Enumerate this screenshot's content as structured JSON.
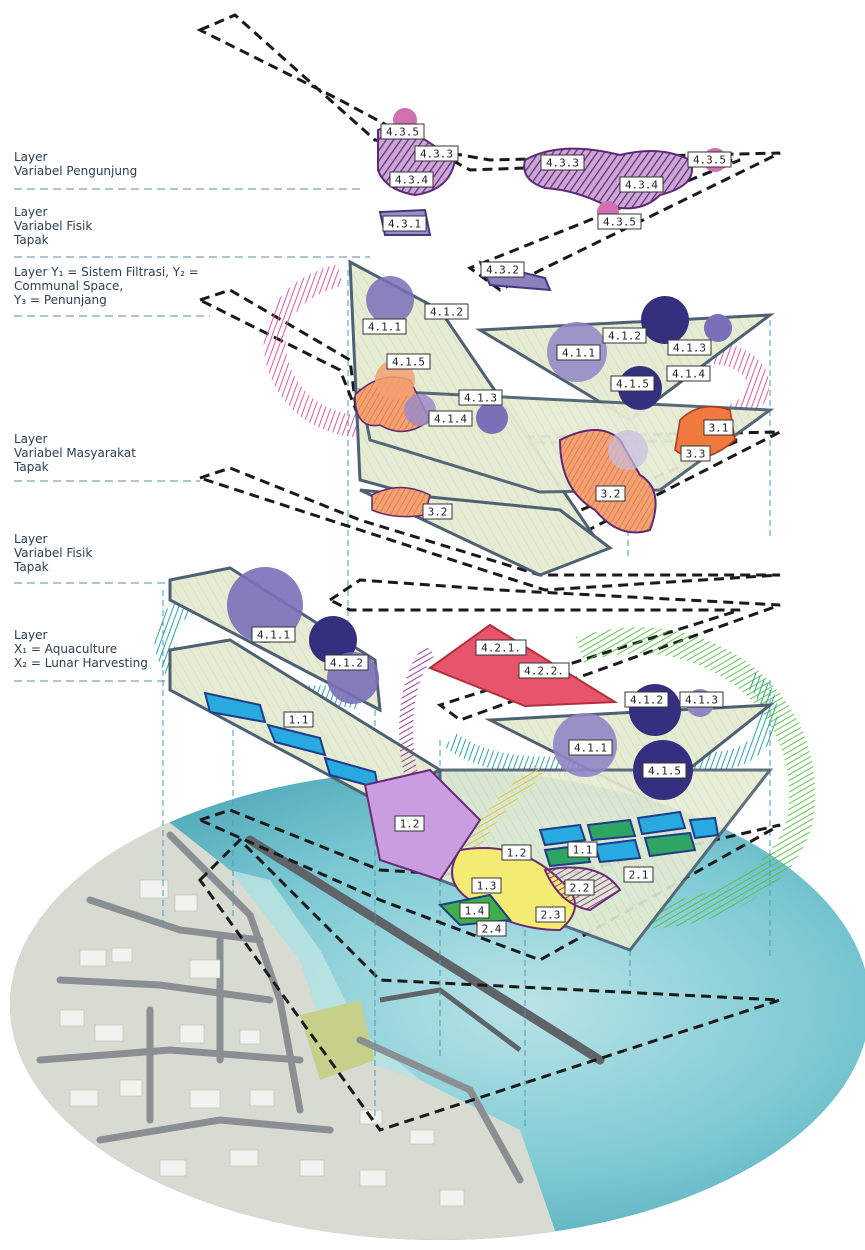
{
  "side_labels": [
    {
      "lines": [
        "Layer",
        "Variabel Pengunjung"
      ]
    },
    {
      "lines": [
        "Layer",
        "Variabel Fisik",
        "Tapak"
      ]
    },
    {
      "lines": [
        "Layer Y₁ = Sistem Filtrasi, Y₂ =",
        "Communal Space,",
        "Y₃ = Penunjang"
      ]
    },
    {
      "lines": [
        "Layer",
        "Variabel Masyarakat",
        "Tapak"
      ]
    },
    {
      "lines": [
        "Layer",
        "Variabel Fisik",
        "Tapak"
      ]
    },
    {
      "lines": [
        "Layer",
        "X₁ = Aquaculture",
        "X₂ = Lunar Harvesting"
      ]
    }
  ],
  "tags": {
    "visitor_layer": [
      "4.3.5",
      "4.3.3",
      "4.3.4",
      "4.3.1",
      "4.3.2",
      "4.3.3",
      "4.3.4",
      "4.3.5",
      "4.3.5"
    ],
    "system_layer": [
      "4.1.2",
      "4.1.1",
      "4.1.5",
      "4.1.3",
      "4.1.4",
      "4.1.2",
      "4.1.1",
      "4.1.3",
      "4.1.5",
      "4.1.4",
      "3.1",
      "3.3",
      "3.2",
      "3.2"
    ],
    "lower_layer": [
      "4.1.1",
      "4.1.2",
      "4.2.1.",
      "4.2.2.",
      "4.1.2",
      "4.1.3",
      "4.1.1",
      "4.1.5",
      "1.1",
      "1.2",
      "1.2",
      "1.1",
      "2.1",
      "2.2",
      "1.3",
      "1.4",
      "2.3",
      "2.4"
    ]
  },
  "colors": {
    "dashed_outline": "#1a1a1a",
    "panel_fill": "#e4ead2",
    "panel_stroke": "#4e6174",
    "purple_circle": "#7a70b8",
    "navy_circle": "#34307f",
    "orange_zone": "#f08a55",
    "magenta_ring": "#dc5aa5",
    "teal_ring": "#2f9fb2",
    "green_ring": "#59c24a",
    "red_zone": "#e8556a",
    "water": "#8fd0d8",
    "ground": "#d9dcd3"
  }
}
